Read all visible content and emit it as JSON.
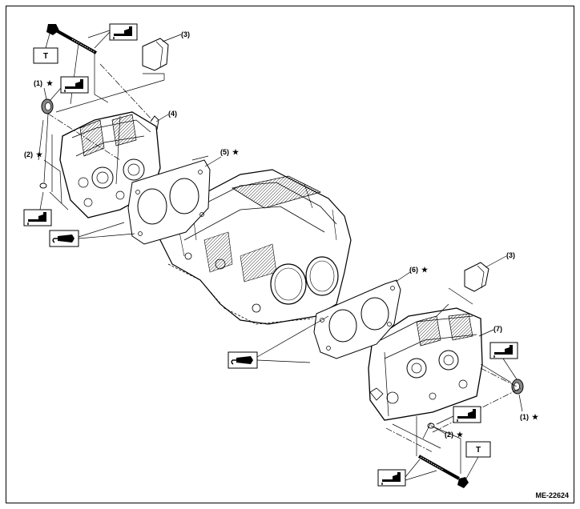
{
  "diagram": {
    "figure_code": "ME-22624",
    "callouts": {
      "c1_left": "(1)",
      "c2_left": "(2)",
      "c3_left": "(3)",
      "c4": "(4)",
      "c5": "(5)",
      "c6": "(6)",
      "c3_right": "(3)",
      "c7": "(7)",
      "c1_right": "(1)",
      "c2_right": "(2)"
    },
    "star": "★",
    "torque_mark": "T",
    "icons": {
      "oil": "oil-can-icon",
      "sealant": "sealant-tube-icon"
    },
    "colors": {
      "line": "#000000",
      "background": "#ffffff"
    }
  }
}
